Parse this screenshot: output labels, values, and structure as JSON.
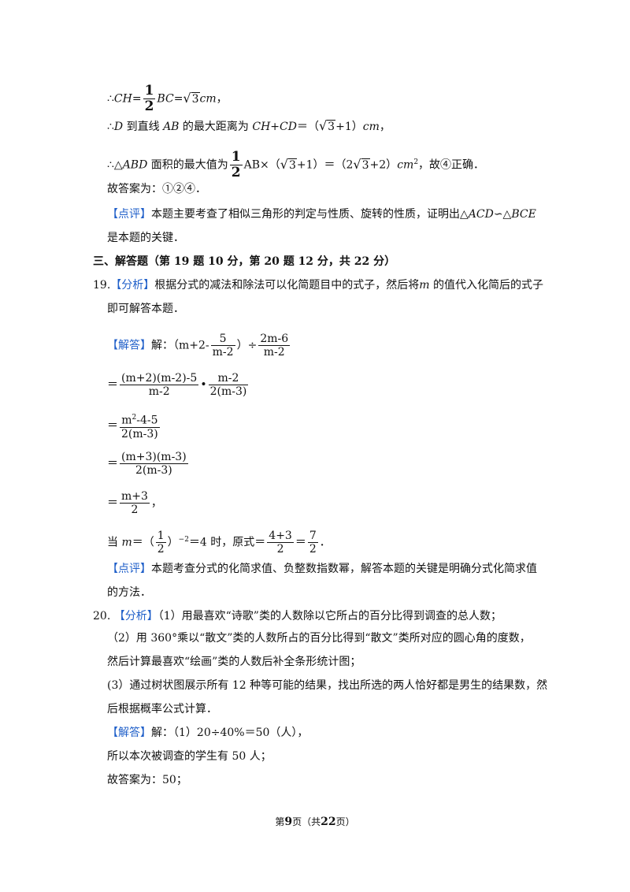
{
  "line1": {
    "prefix": "∴",
    "ch": "CH",
    "eq": "=",
    "half_num": "1",
    "half_den": "2",
    "bc": "BC",
    "eq2": "=",
    "sqrt_arg": "3",
    "unit": "cm",
    "tail": "，"
  },
  "line2": {
    "prefix": "∴",
    "d": "D",
    "t1": " 到直线 ",
    "ab": "AB",
    "t2": " 的最大距离为 ",
    "chcd": "CH+CD",
    "t3": "＝（",
    "sqrt_arg": "3",
    "t4": "+1）",
    "unit": "cm",
    "tail": "，"
  },
  "line3": {
    "prefix": "∴△",
    "abd": "ABD",
    "t1": " 面积的最大值为",
    "half_num": "1",
    "half_den": "2",
    "ab": "AB",
    "t2": "×（",
    "sqrt_arg": "3",
    "t3": "+1）＝（2",
    "sqrt_arg2": "3",
    "t4": "+2）",
    "unit": "cm",
    "exp": "2",
    "t5": "，故",
    "circ": "④",
    "t6": "正确．"
  },
  "line4": {
    "text": "故答案为：",
    "c1": "①",
    "c2": "②",
    "c3": "④",
    "tail": "．"
  },
  "comment1": {
    "tag": "【点评】",
    "text": "本题主要考查了相似三角形的判定与性质、旋转的性质，证明出△",
    "acd": "ACD",
    "sim": "∽△",
    "bce": "BCE",
    "cont": "是本题的关键．"
  },
  "section": {
    "title": "三、解答题（第 19 题 10 分，第 20 题 12 分，共 22 分）"
  },
  "q19": {
    "num": "19.",
    "tag": "【分析】",
    "text1": "根据分式的减法和除法可以化简题目中的式子，然后将",
    "m": "m",
    "text2": " 的值代入化简后的式子",
    "text3": "即可解答本题．",
    "ans_tag": "【解答】",
    "ans_prefix": "解：（m+2-",
    "f1n": "5",
    "f1d": "m-2",
    "mid": "）÷",
    "f2n": "2m-6",
    "f2d": "m-2",
    "s1_eq": "＝",
    "s1n": "(m+2)(m-2)-5",
    "s1d": "m-2",
    "s1dot": "•",
    "s1n2": "m-2",
    "s1d2": "2(m-3)",
    "s2_eq": "＝",
    "s2n_base": "m",
    "s2n_exp": "2",
    "s2n_rest": "-4-5",
    "s2d": "2(m-3)",
    "s3_eq": "＝",
    "s3n": "(m+3)(m-3)",
    "s3d": "2(m-3)",
    "s4_eq": "＝",
    "s4n": "m+3",
    "s4d": "2",
    "s4_tail": "，",
    "when": "当 ",
    "wm": "m",
    "w_eq": "＝（",
    "w_n": "1",
    "w_d": "2",
    "w_close": "）",
    "w_exp": "−2",
    "w_val": "＝4 时，原式＝",
    "w_f1n": "4+3",
    "w_f1d": "2",
    "w_eq2": "＝",
    "w_f2n": "7",
    "w_f2d": "2",
    "w_end": "．",
    "comment_tag": "【点评】",
    "comment": "本题考查分式的化简求值、负整数指数幂，解答本题的关键是明确分式化简求值",
    "comment2": "的方法．"
  },
  "q20": {
    "num": "20.",
    "tag": "【分析】",
    "a1": "（1）用最喜欢“诗歌”类的人数除以它所占的百分比得到调查的总人数；",
    "a2": "（2）用 360°乘以“散文”类的人数所占的百分比得到“散文”类所对应的圆心角的度数，",
    "a3": "然后计算最喜欢“绘画”类的人数后补全条形统计图；",
    "a4": "(3）通过树状图展示所有 12 种等可能的结果，找出所选的两人恰好都是男生的结果数，然",
    "a5": "后根据概率公式计算．",
    "ans_tag": "【解答】",
    "ans1": "解：（1）20÷40%＝50（人），",
    "ans2": "所以本次被调查的学生有 50 人；",
    "ans3": "故答案为：50；"
  },
  "footer": {
    "pre": "第",
    "page": "9",
    "mid": "页（共",
    "total": "22",
    "post": "页）"
  }
}
